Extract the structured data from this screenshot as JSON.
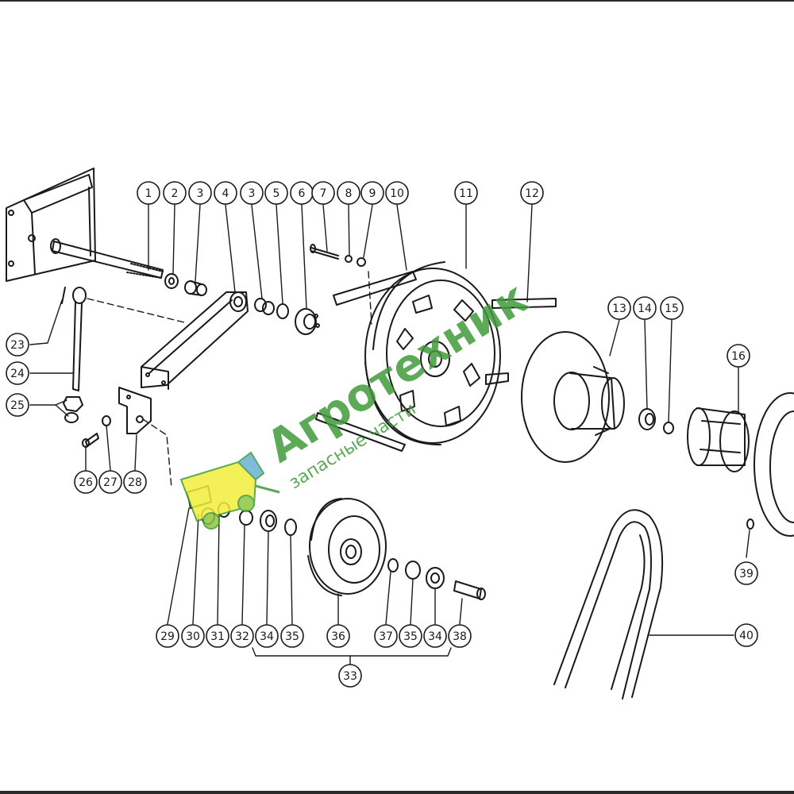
{
  "diagram": {
    "callouts": [
      "1",
      "2",
      "3",
      "4",
      "3",
      "5",
      "6",
      "7",
      "8",
      "9",
      "10",
      "11",
      "12",
      "13",
      "14",
      "15",
      "16",
      "23",
      "24",
      "25",
      "26",
      "27",
      "28",
      "29",
      "30",
      "31",
      "32",
      "34",
      "35",
      "36",
      "37",
      "35",
      "34",
      "38",
      "33",
      "39",
      "40"
    ]
  },
  "watermark": {
    "brand": "Агротехник",
    "tagline": "запасные части",
    "color": "#3f9a3a"
  }
}
